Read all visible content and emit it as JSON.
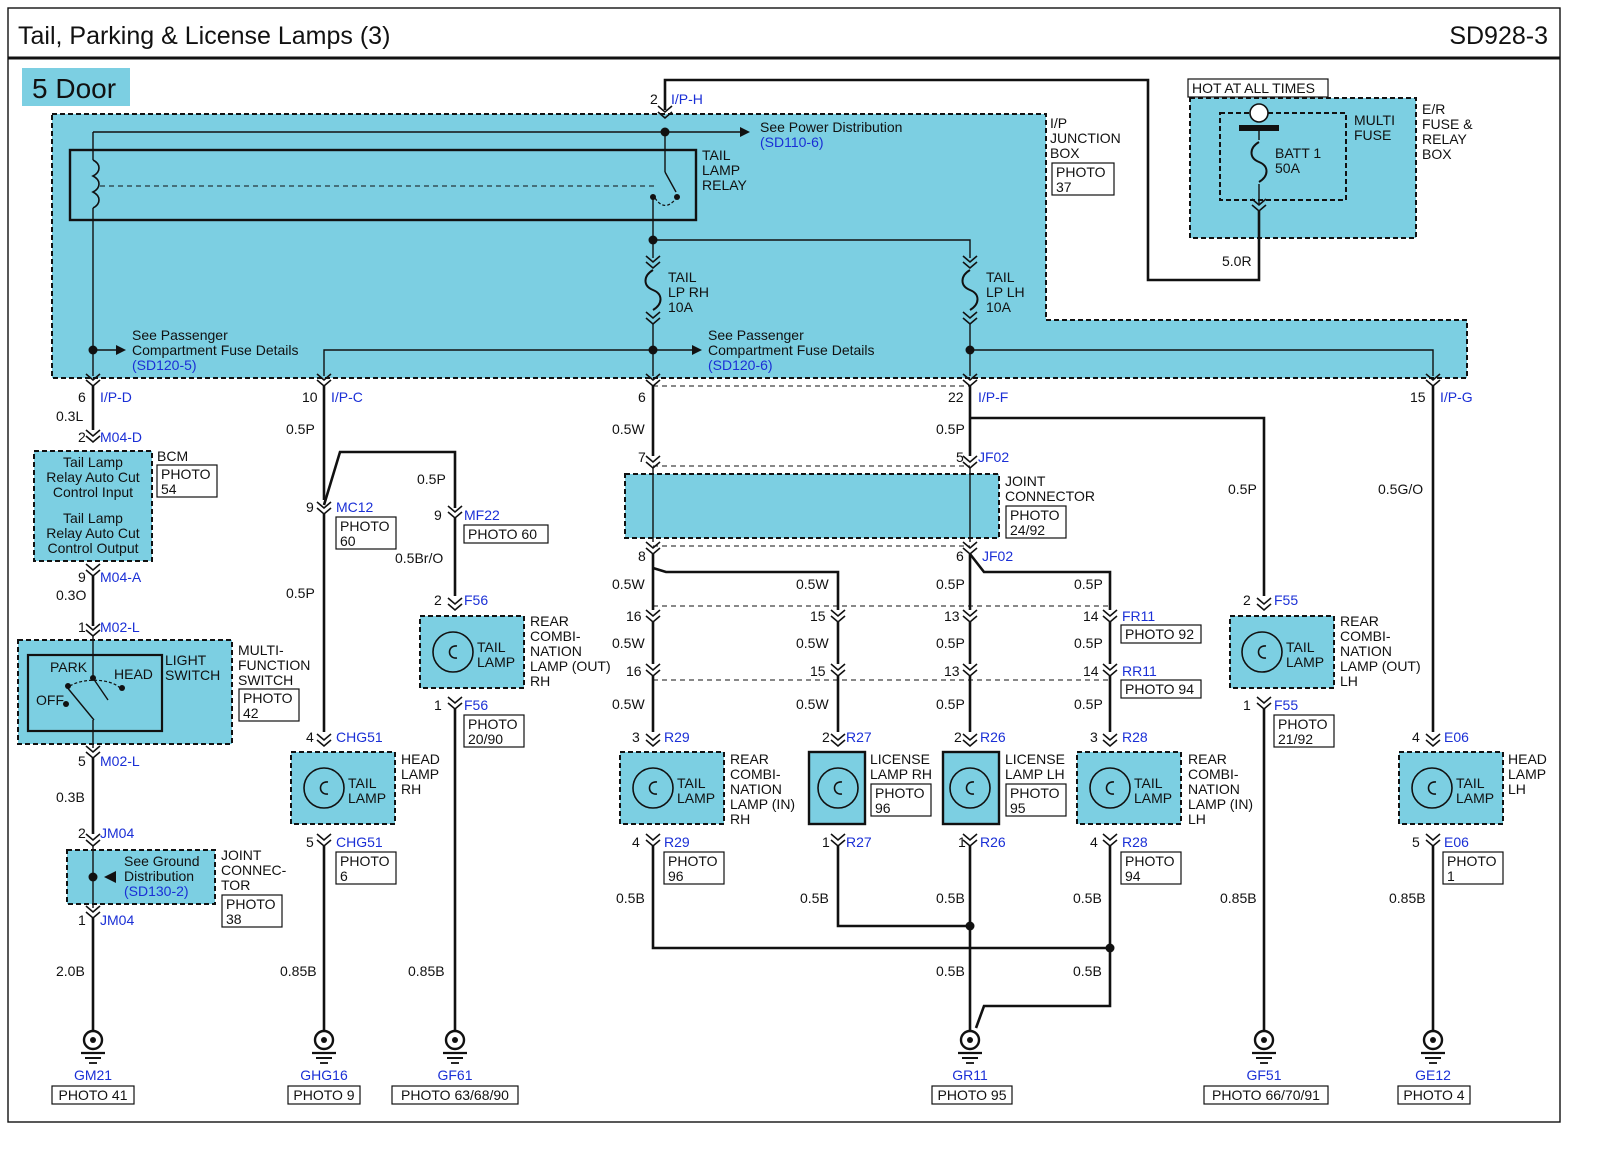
{
  "header": {
    "title": "Tail, Parking & License Lamps (3)",
    "code": "SD928-3"
  },
  "badge": {
    "label": "5 Door"
  },
  "fuse_box": {
    "hot": "HOT AT ALL TIMES",
    "multi": [
      "MULTI",
      "FUSE"
    ],
    "er": [
      "E/R",
      "FUSE &",
      "RELAY",
      "BOX"
    ],
    "batt": [
      "BATT 1",
      "50A"
    ],
    "wire": "5.0R"
  },
  "ij": {
    "connector": "I/P-H",
    "pin": "2",
    "box": [
      "I/P",
      "JUNCTION",
      "BOX"
    ],
    "photo": [
      "PHOTO",
      "37"
    ],
    "power": "See Power Distribution",
    "power_ref": "(SD110-6)",
    "relay": [
      "TAIL",
      "LAMP",
      "RELAY"
    ],
    "fuse_rh": [
      "TAIL",
      "LP RH",
      "10A"
    ],
    "fuse_lh": [
      "TAIL",
      "LP LH",
      "10A"
    ],
    "pass": [
      "See Passenger",
      "Compartment Fuse Details"
    ],
    "pass_ref1": "(SD120-5)",
    "pass_ref2": "(SD120-6)"
  },
  "pins": {
    "ipd_pin": "6",
    "ipd": "I/P-D",
    "ipc_pin": "10",
    "ipc": "I/P-C",
    "ipe_pin": "6",
    "ipf_pin": "22",
    "ipf": "I/P-F",
    "ipg_pin": "15",
    "ipg": "I/P-G"
  },
  "bcm": {
    "name": "BCM",
    "photo": [
      "PHOTO",
      "54"
    ],
    "in": [
      "Tail Lamp",
      "Relay Auto Cut",
      "Control Input"
    ],
    "out": [
      "Tail Lamp",
      "Relay Auto Cut",
      "Control Output"
    ],
    "wire_top": "0.3L",
    "pin_top": "2",
    "conn_top": "M04-D",
    "pin_bot": "9",
    "conn_bot": "M04-A",
    "wire_bot": "0.3O"
  },
  "switch": {
    "pin_top": "1",
    "conn_top": "M02-L",
    "park": "PARK",
    "head": "HEAD",
    "off": "OFF",
    "light": [
      "LIGHT",
      "SWITCH"
    ],
    "mfs": [
      "MULTI-",
      "FUNCTION",
      "SWITCH"
    ],
    "photo": [
      "PHOTO",
      "42"
    ],
    "pin_bot": "5",
    "conn_bot": "M02-L",
    "wire_bot": "0.3B"
  },
  "jm": {
    "pin_top": "2",
    "conn": "JM04",
    "see": [
      "See Ground",
      "Distribution"
    ],
    "ref": "(SD130-2)",
    "name": [
      "JOINT",
      "CONNEC-",
      "TOR"
    ],
    "photo": [
      "PHOTO",
      "38"
    ],
    "pin_bot": "1",
    "wire": "2.0B",
    "ground": "GM21",
    "ground_photo": "PHOTO 41"
  },
  "col2": {
    "w1": "0.5P",
    "w2": "0.5P",
    "w3": "0.5P",
    "mc_pin": "9",
    "mc": "MC12",
    "mc_photo": [
      "PHOTO",
      "60"
    ],
    "mf_pin": "9",
    "mf": "MF22",
    "mf_photo": "PHOTO 60",
    "w_bro": "0.5Br/O",
    "chg_top_pin": "4",
    "chg": "CHG51",
    "lamp": [
      "TAIL",
      "LAMP"
    ],
    "name": [
      "HEAD",
      "LAMP",
      "RH"
    ],
    "chg_bot_pin": "5",
    "chg_photo": [
      "PHOTO",
      "6"
    ],
    "wire_bot": "0.85B",
    "ground": "GHG16",
    "ground_photo": "PHOTO 9"
  },
  "col3": {
    "pin_top": "2",
    "conn": "F56",
    "lamp": [
      "TAIL",
      "LAMP"
    ],
    "name": [
      "REAR",
      "COMBI-",
      "NATION",
      "LAMP (OUT)",
      "RH"
    ],
    "pin_bot": "1",
    "photo": [
      "PHOTO",
      "20/90"
    ],
    "wire_bot": "0.85B",
    "ground": "GF61",
    "ground_photo": "PHOTO 63/68/90"
  },
  "jc": {
    "pin7": "7",
    "pin5": "5",
    "pin8": "8",
    "pin6": "6",
    "conn": "JF02",
    "name": [
      "JOINT",
      "CONNECTOR"
    ],
    "photo": [
      "PHOTO",
      "24/92"
    ],
    "w_a": "0.5W",
    "w_b": "0.5P"
  },
  "fr": {
    "p16": "16",
    "p15": "15",
    "p13": "13",
    "p14": "14",
    "fr": "FR11",
    "fr_photo": "PHOTO 92",
    "rr": "RR11",
    "rr_photo": "PHOTO 94",
    "w_w": "0.5W",
    "w_p": "0.5P"
  },
  "lamps": {
    "r29_top": "3",
    "r29": "R29",
    "r29_bot": "4",
    "r29_photo": [
      "PHOTO",
      "96"
    ],
    "r29_name": [
      "REAR",
      "COMBI-",
      "NATION",
      "LAMP (IN)",
      "RH"
    ],
    "r27_top": "2",
    "r27": "R27",
    "r27_bot": "1",
    "r27_name": [
      "LICENSE",
      "LAMP RH"
    ],
    "r27_photo": [
      "PHOTO",
      "96"
    ],
    "r26_top": "2",
    "r26": "R26",
    "r26_bot": "1",
    "r26_name": [
      "LICENSE",
      "LAMP LH"
    ],
    "r26_photo": [
      "PHOTO",
      "95"
    ],
    "r28_top": "3",
    "r28": "R28",
    "r28_bot": "4",
    "r28_photo": [
      "PHOTO",
      "94"
    ],
    "r28_name": [
      "REAR",
      "COMBI-",
      "NATION",
      "LAMP (IN)",
      "LH"
    ],
    "lamp": [
      "TAIL",
      "LAMP"
    ],
    "wb": "0.5B",
    "ground": "GR11",
    "ground_photo": "PHOTO 95"
  },
  "col_f55": {
    "w": "0.5P",
    "pin_top": "2",
    "conn": "F55",
    "lamp": [
      "TAIL",
      "LAMP"
    ],
    "name": [
      "REAR",
      "COMBI-",
      "NATION",
      "LAMP (OUT)",
      "LH"
    ],
    "pin_bot": "1",
    "photo": [
      "PHOTO",
      "21/92"
    ],
    "wire_bot": "0.85B",
    "ground": "GF51",
    "ground_photo": "PHOTO 66/70/91"
  },
  "col_e06": {
    "w": "0.5G/O",
    "pin_top": "4",
    "conn": "E06",
    "lamp": [
      "TAIL",
      "LAMP"
    ],
    "name": [
      "HEAD",
      "LAMP",
      "LH"
    ],
    "pin_bot": "5",
    "photo": [
      "PHOTO",
      "1"
    ],
    "wire_bot": "0.85B",
    "ground": "GE12",
    "ground_photo": "PHOTO 4"
  }
}
